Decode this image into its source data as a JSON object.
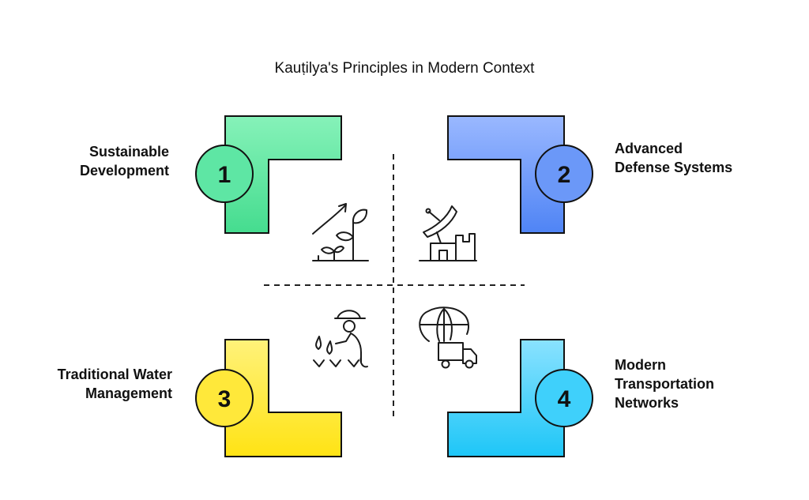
{
  "title": "Kauṭilya's Principles in Modern Context",
  "items": [
    {
      "number": "1",
      "line1": "Sustainable",
      "line2": "Development",
      "line3": "",
      "icon": "plant-growth-icon",
      "color_top": "#86f2b9",
      "color_bottom": "#45dc8f"
    },
    {
      "number": "2",
      "line1": "Advanced",
      "line2": "Defense Systems",
      "line3": "",
      "icon": "satellite-dish-icon",
      "color_top": "#9ab8ff",
      "color_bottom": "#4f84f5"
    },
    {
      "number": "3",
      "line1": "Traditional Water",
      "line2": "Management",
      "line3": "",
      "icon": "farmer-watering-icon",
      "color_top": "#fff27a",
      "color_bottom": "#ffe314"
    },
    {
      "number": "4",
      "line1": "Modern",
      "line2": "Transportation",
      "line3": "Networks",
      "icon": "globe-truck-icon",
      "color_top": "#8ae2ff",
      "color_bottom": "#1ec6f7"
    }
  ]
}
